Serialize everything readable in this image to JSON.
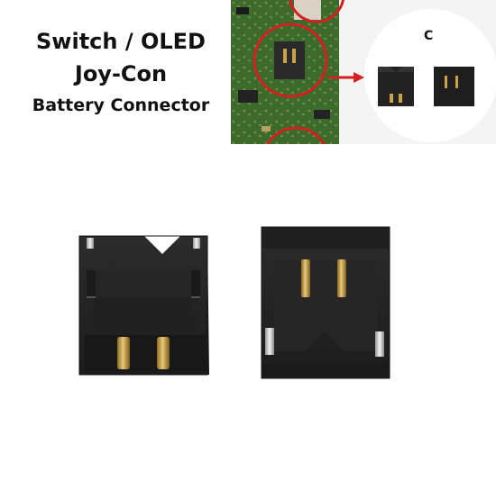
{
  "title": {
    "line1": "Switch / OLED",
    "line2": "Joy-Con",
    "line3": "Battery Connector"
  },
  "inset": {
    "zoom_label": "C"
  }
}
